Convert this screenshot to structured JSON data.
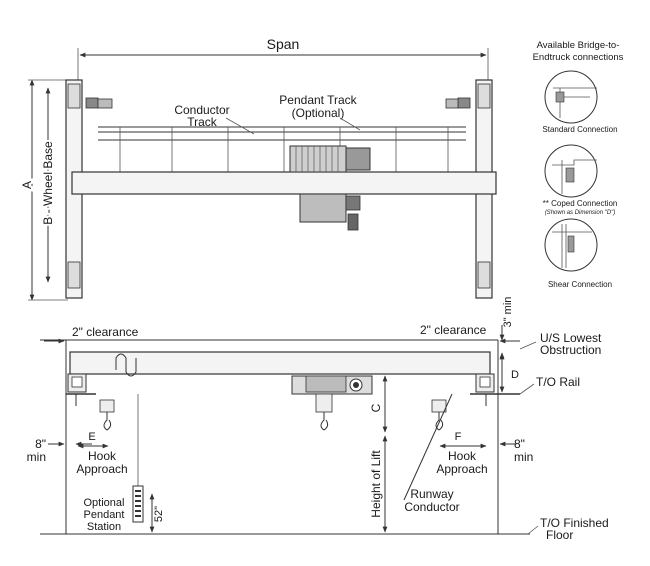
{
  "top_view": {
    "span": "Span",
    "dim_a": "A",
    "dim_b": "B - Wheel Base",
    "conductor_track": [
      "Conductor",
      "Track"
    ],
    "pendant_track": [
      "Pendant Track",
      "(Optional)"
    ]
  },
  "connections": {
    "title": [
      "Available Bridge-to-",
      "Endtruck connections"
    ],
    "standard": "Standard Connection",
    "coped": "** Coped Connection",
    "coped_note": "(Shown as Dimension \"D\")",
    "shear": "Shear Connection"
  },
  "side_view": {
    "clearance_left": "2\" clearance",
    "clearance_right": "2\" clearance",
    "three_min": "3\" min",
    "us_lowest": [
      "U/S Lowest",
      "Obstruction"
    ],
    "dim_d": "D",
    "to_rail": "T/O Rail",
    "dim_c": "C",
    "min_left": [
      "8\"",
      "min"
    ],
    "min_right": [
      "8\"",
      "min"
    ],
    "dim_e": "E",
    "dim_f": "F",
    "hook_approach_left": [
      "Hook",
      "Approach"
    ],
    "hook_approach_right": [
      "Hook",
      "Approach"
    ],
    "optional_pendant": [
      "Optional",
      "Pendant",
      "Station"
    ],
    "fifty_two": "52\"",
    "height_of_lift": "Height of Lift",
    "runway_conductor": [
      "Runway",
      "Conductor"
    ],
    "to_floor": [
      "T/O Finished",
      "Floor"
    ]
  }
}
